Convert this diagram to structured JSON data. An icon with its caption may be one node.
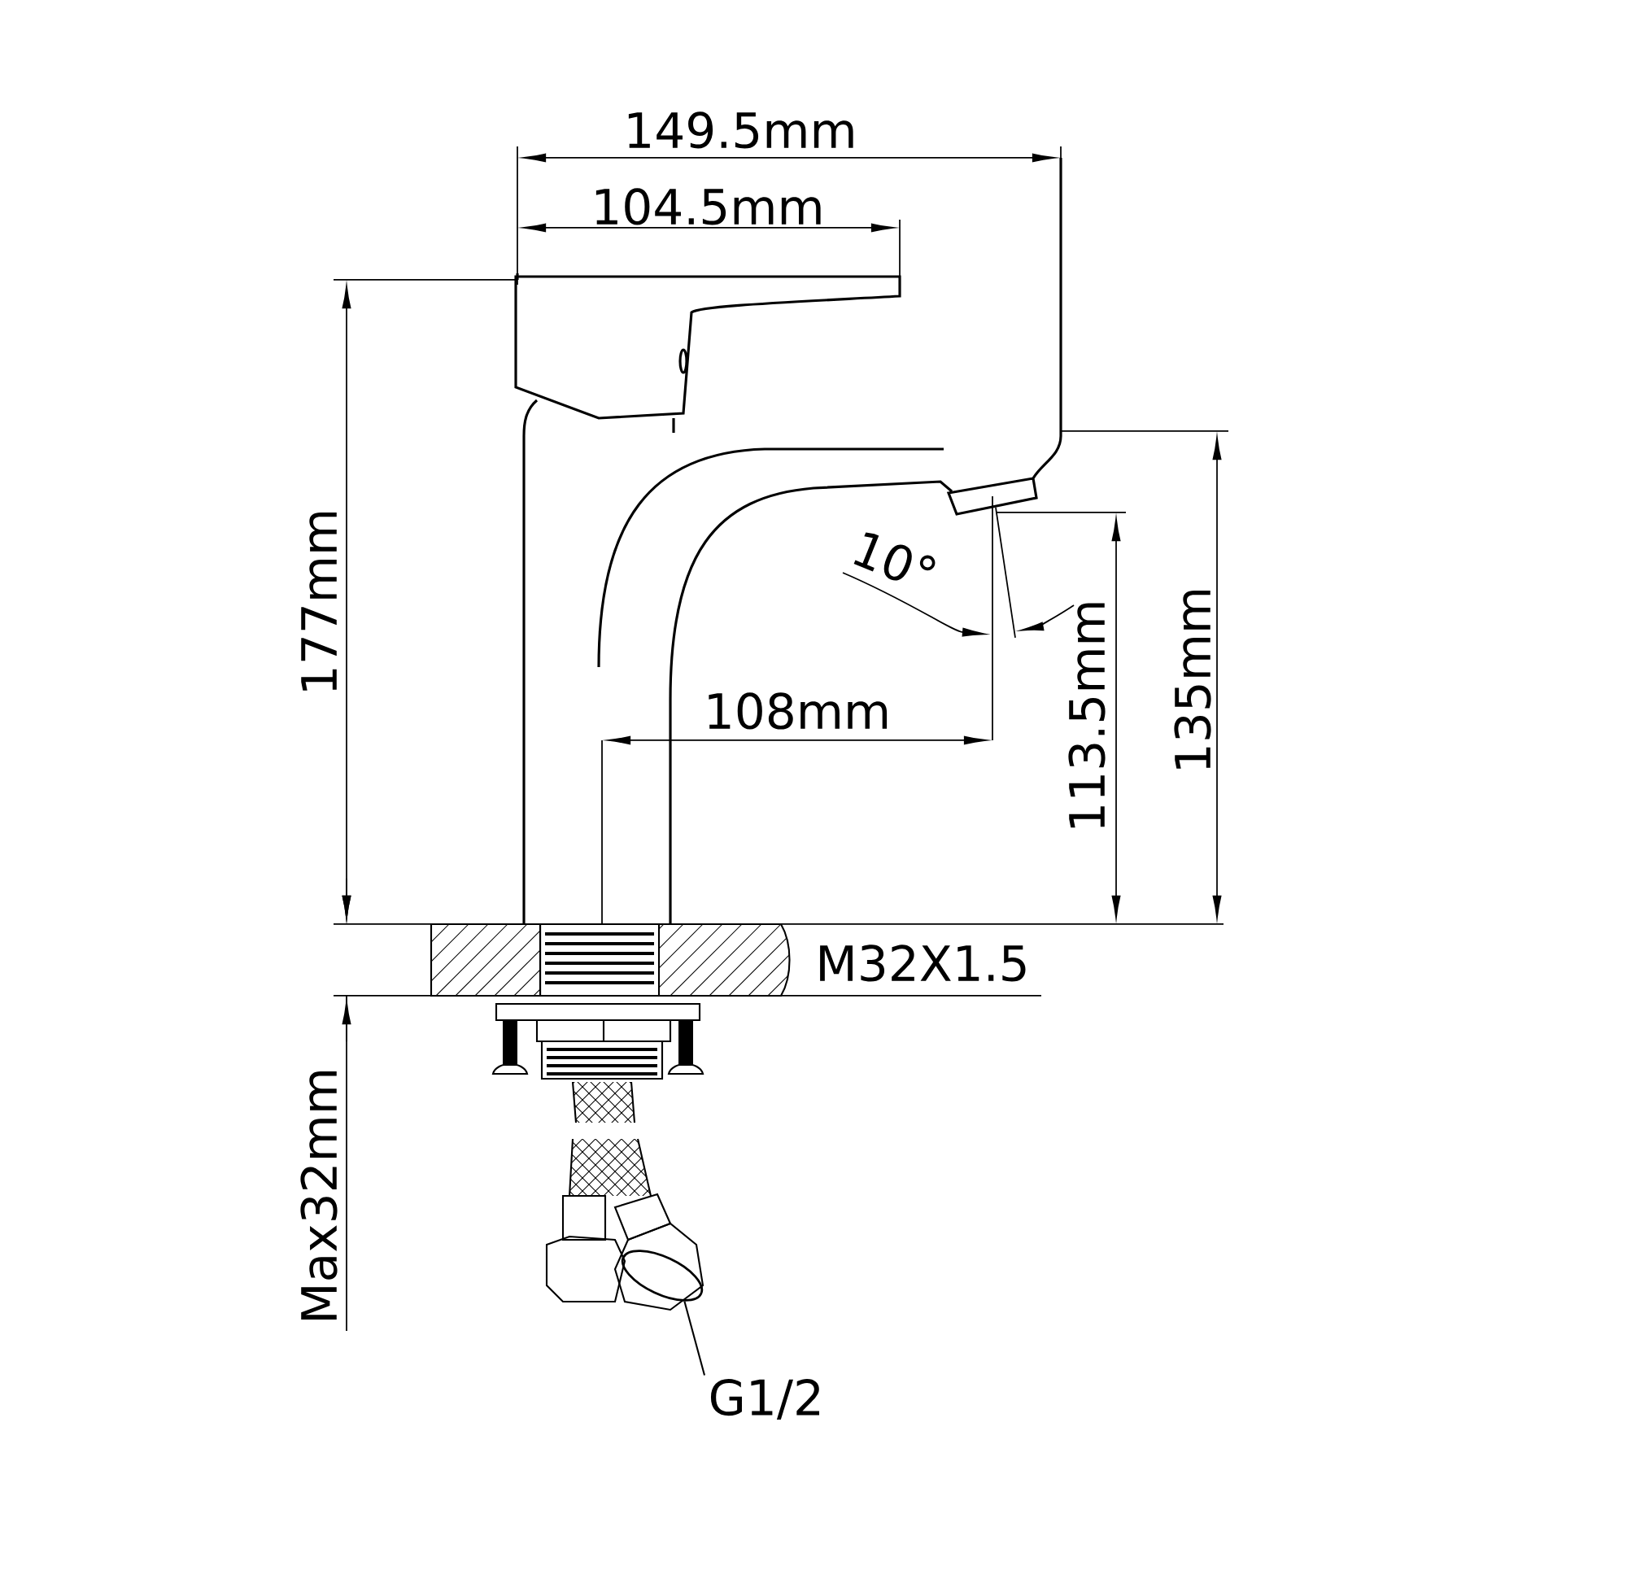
{
  "diagram": {
    "nodes": [
      {
        "text": [
          "G1/2"
        ]
      },
      {
        "text": [],
        "shape": "circle"
      }
    ],
    "edges": [
      {
        "from": 0,
        "to": 1,
        "arrow": "none"
      }
    ],
    "labels": [
      "149.5mm",
      "104.5mm",
      "177mm",
      "10°",
      "108mm",
      "113.5mm",
      "135mm",
      "M32X1.5",
      "Max32mm"
    ]
  }
}
